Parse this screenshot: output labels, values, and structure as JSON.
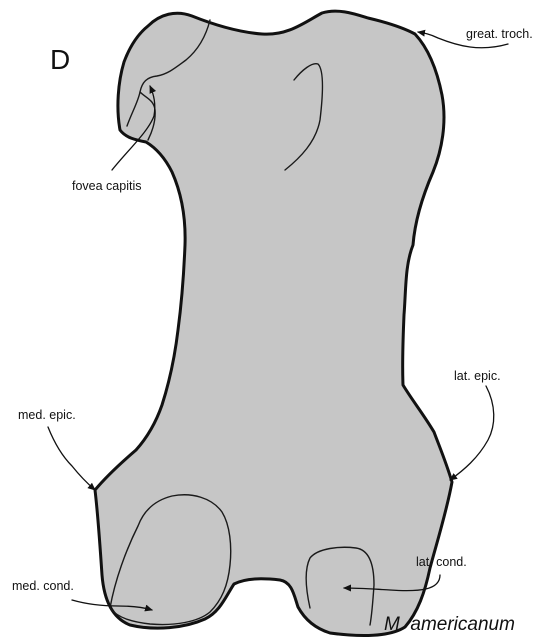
{
  "panel_letter": "D",
  "species_label": "M. americanum",
  "labels": {
    "great_troch": "great. troch.",
    "fovea_capitis": "fovea capitis",
    "lat_epic": "lat. epic.",
    "med_epic": "med. epic.",
    "lat_cond": "lat. cond.",
    "med_cond": "med. cond."
  },
  "colors": {
    "bone_fill": "#c6c6c6",
    "outline": "#111111",
    "background": "#ffffff"
  }
}
